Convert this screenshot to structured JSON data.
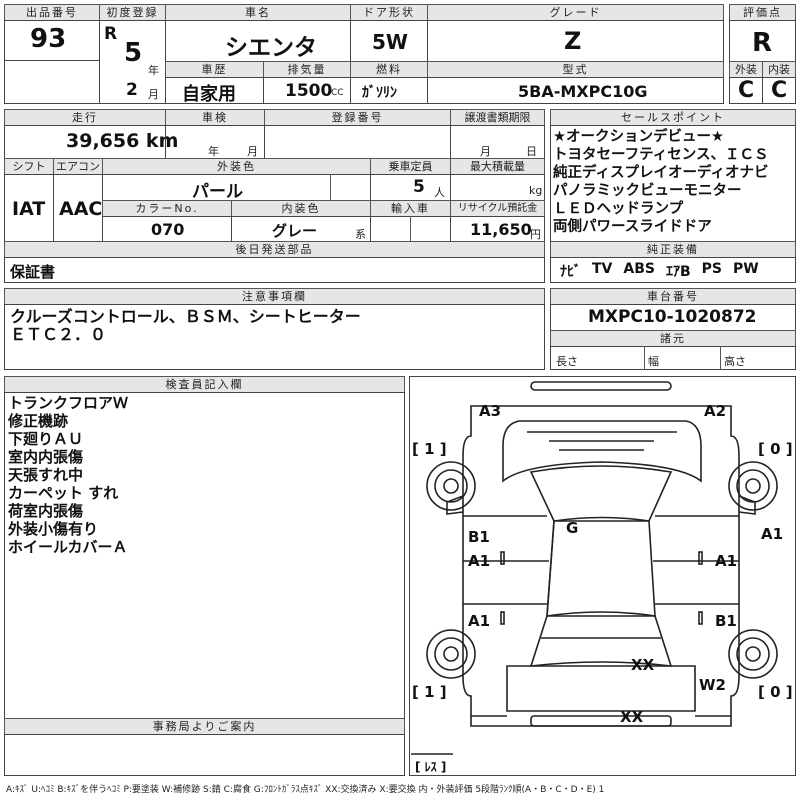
{
  "top": {
    "lot_no_label": "出品番号",
    "lot_no": "93",
    "first_reg_label": "初度登録",
    "era": "R",
    "year": "5",
    "year_unit": "年",
    "month": "2",
    "month_unit": "月",
    "car_name_label": "車名",
    "car_name": "シエンタ",
    "door_label": "ドア形状",
    "door": "5W",
    "grade_label": "グレード",
    "grade": "Z",
    "score_label": "評価点",
    "score": "R",
    "history_label": "車歴",
    "history": "自家用",
    "displacement_label": "排気量",
    "displacement": "1500",
    "cc": "CC",
    "fuel_label": "燃料",
    "fuel": "ｶﾞｿﾘﾝ",
    "model_label": "型式",
    "model": "5BA-MXPC10G",
    "exterior_label": "外装",
    "exterior": "C",
    "interior_label": "内装",
    "interior": "C"
  },
  "mid": {
    "mileage_label": "走行",
    "mileage": "39,656 km",
    "inspection_label": "車検",
    "year_unit": "年",
    "month_unit": "月",
    "reg_no_label": "登録番号",
    "transfer_label": "譲渡書類期限",
    "shift_label": "シフト",
    "shift": "IAT",
    "ac_label": "エアコン",
    "ac": "AAC",
    "color_label": "外装色",
    "color": "パール",
    "capacity_label": "乗車定員",
    "capacity": "5",
    "capacity_unit": "人",
    "load_label": "最大積載量",
    "load_unit": "kg",
    "color_no_label": "カラーNo.",
    "color_no": "070",
    "interior_color_label": "内装色",
    "interior_color": "グレー",
    "interior_color_suffix": "系",
    "import_label": "輸入車",
    "recycle_label": "リサイクル預託金",
    "recycle": "11,650",
    "recycle_unit": "円",
    "later_label": "後日発送部品",
    "later": "保証書"
  },
  "sales": {
    "label": "セールスポイント",
    "items": [
      "★オークションデビュー★",
      "トヨタセーフティセンス、ＩＣＳ",
      "純正ディスプレイオーディオナビ",
      "パノラミックビューモニター",
      "ＬＥＤヘッドランプ",
      "両側パワースライドドア"
    ]
  },
  "equipment": {
    "label": "純正装備",
    "items": [
      "ﾅﾋﾞ",
      "TV",
      "ABS",
      "ｴｱB",
      "PS",
      "PW"
    ]
  },
  "notes": {
    "label": "注意事項欄",
    "lines": [
      "クルーズコントロール、ＢＳＭ、シートヒーター",
      "ＥＴＣ２．０"
    ]
  },
  "chassis": {
    "label": "車台番号",
    "value": "MXPC10-1020872",
    "spec_label": "諸元",
    "length": "長さ",
    "width": "幅",
    "height": "高さ"
  },
  "inspector": {
    "label": "検査員記入欄",
    "lines": [
      "トランクフロアＷ",
      "修正機跡",
      "下廻りＡＵ",
      "室内内張傷",
      "天張すれ中",
      "カーペット すれ",
      "荷室内張傷",
      "外装小傷有り",
      "ホイールカバーＡ"
    ]
  },
  "office": {
    "label": "事務局よりご案内"
  },
  "diagram": {
    "marks": {
      "a3": "A3",
      "a2": "A2",
      "b1_left": "B1",
      "a1_left_front": "A1",
      "g": "G",
      "a1_right_edge": "A1",
      "a1_right_front": "A1",
      "a1_left_rear": "A1",
      "b1_right": "B1",
      "xx_center": "XX",
      "w2": "W2",
      "xx_rear": "XX"
    },
    "tires": {
      "front_left": "[ 1 ]",
      "front_right": "[ 0 ]",
      "rear_left": "[ 1 ]",
      "rear_right": "[ 0 ]"
    },
    "spare": "[ ﾚｽ ]"
  },
  "legend": "A:ｷｽﾞ U:ﾍｺﾐ B:ｷｽﾞを伴うﾍｺﾐ P:要塗装 W:補修跡 S:錆 C:腐食 G:ﾌﾛﾝﾄｶﾞﾗｽ点ｷｽﾞ XX:交換済み X:要交換 内・外装評価 5段階ﾗﾝｸ順(A・B・C・D・E) 1"
}
